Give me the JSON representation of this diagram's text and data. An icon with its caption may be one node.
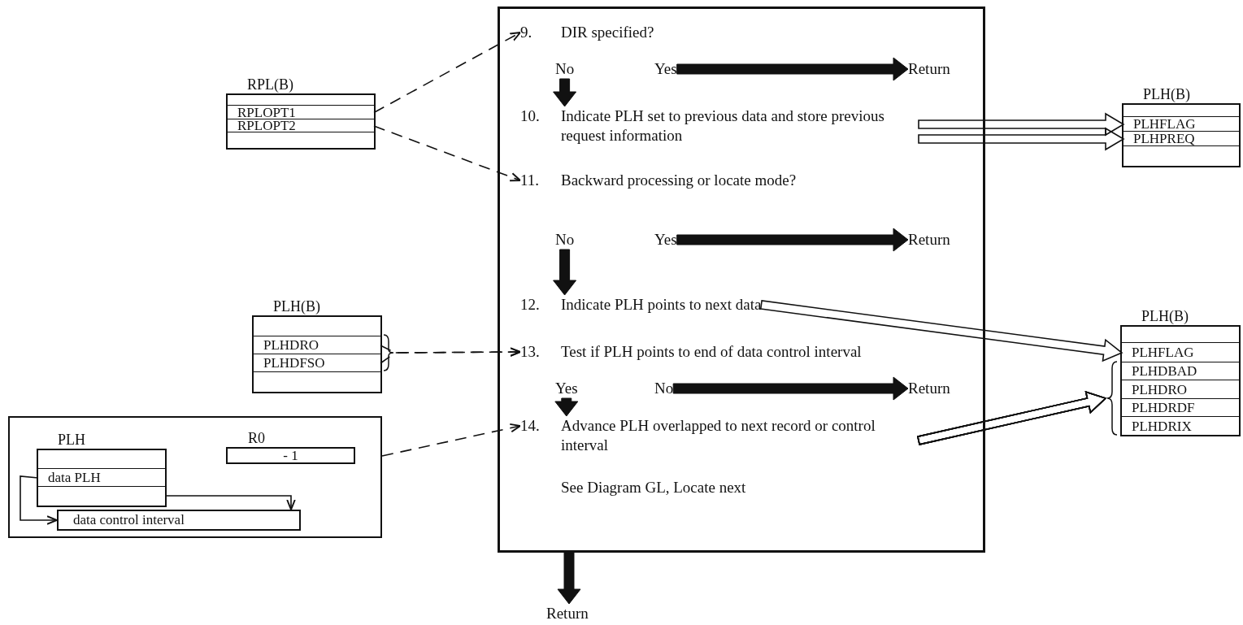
{
  "diagram": {
    "nodes": [
      {
        "text": [
          "RPL(B)"
        ]
      },
      {
        "text": [
          "RPLOPT1"
        ],
        "in": 0
      },
      {
        "text": [
          "RPLOPT2"
        ],
        "in": 0
      },
      {
        "text": [],
        "shape": "box"
      },
      {
        "text": [
          "9. DIR specified?"
        ],
        "in": 3
      },
      {
        "text": [
          "No"
        ],
        "in": 3
      },
      {
        "text": [
          "Yes"
        ],
        "in": 3
      },
      {
        "text": [
          "Return"
        ],
        "in": 3
      },
      {
        "text": [
          "10. Indicate PLH set to previous data and store previous request information"
        ],
        "in": 3
      },
      {
        "text": [
          "PLH(B)"
        ]
      },
      {
        "text": [
          "PLHFLAG"
        ],
        "in": 9
      },
      {
        "text": [
          "PLHPREQ"
        ],
        "in": 9
      },
      {
        "text": [
          "11. Backward processing or locate mode?"
        ],
        "in": 3
      },
      {
        "text": [
          "No"
        ],
        "in": 3
      },
      {
        "text": [
          "Yes"
        ],
        "in": 3
      },
      {
        "text": [
          "Return"
        ],
        "in": 3
      },
      {
        "text": [
          "PLH(B)"
        ]
      },
      {
        "text": [
          "PLHDRO"
        ],
        "in": 16
      },
      {
        "text": [
          "PLHDFSO"
        ],
        "in": 16
      },
      {
        "text": [
          "12. Indicate PLH points to next data"
        ],
        "in": 3
      },
      {
        "text": [
          "PLH(B)"
        ]
      },
      {
        "text": [
          "PLHFLAG"
        ],
        "in": 20
      },
      {
        "text": [
          "PLHDBAD"
        ],
        "in": 20
      },
      {
        "text": [
          "PLHDRO"
        ],
        "in": 20
      },
      {
        "text": [
          "PLHDRDF"
        ],
        "in": 20
      },
      {
        "text": [
          "PLHDRIX"
        ],
        "in": 20
      },
      {
        "text": [
          "13. Test if PLH points to end of data control interval"
        ],
        "in": 3
      },
      {
        "text": [
          "Yes"
        ],
        "in": 3
      },
      {
        "text": [
          "No"
        ],
        "in": 3
      },
      {
        "text": [
          "Return"
        ],
        "in": 3
      },
      {
        "text": [],
        "shape": "box"
      },
      {
        "text": [
          "PLH"
        ],
        "in": 30
      },
      {
        "text": [
          "data PLH"
        ],
        "in": 31
      },
      {
        "text": [
          "R0",
          "- 1"
        ],
        "in": 30
      },
      {
        "text": [
          "data control interval"
        ],
        "in": 30
      },
      {
        "text": [
          "14. Advance PLH overlapped to next record or control interval",
          "See Diagram GL, Locate next"
        ],
        "in": 3
      },
      {
        "text": [
          "Return"
        ]
      }
    ],
    "edges": [
      {
        "from": 1,
        "to": 4,
        "arrow": "to",
        "style": "dashed"
      },
      {
        "from": 2,
        "to": 12,
        "arrow": "to",
        "style": "dashed"
      },
      {
        "from": 5,
        "to": 8,
        "arrow": "to",
        "style": "thick"
      },
      {
        "from": 6,
        "to": 7,
        "arrow": "to",
        "style": "thick"
      },
      {
        "from": 8,
        "to": 10,
        "arrow": "to"
      },
      {
        "from": 8,
        "to": 11,
        "arrow": "to"
      },
      {
        "from": 13,
        "to": 19,
        "arrow": "to",
        "style": "thick"
      },
      {
        "from": 14,
        "to": 15,
        "arrow": "to",
        "style": "thick"
      },
      {
        "from": 17,
        "to": 26,
        "arrow": "to",
        "style": "dashed"
      },
      {
        "from": 18,
        "to": 26,
        "arrow": "to",
        "style": "dashed"
      },
      {
        "from": 19,
        "to": 21,
        "arrow": "to"
      },
      {
        "from": 27,
        "to": 35,
        "arrow": "to",
        "style": "thick"
      },
      {
        "from": 28,
        "to": 29,
        "arrow": "to",
        "style": "thick"
      },
      {
        "from": 30,
        "to": 35,
        "arrow": "to",
        "style": "dashed"
      },
      {
        "from": 35,
        "to": 22,
        "arrow": "to"
      },
      {
        "from": 35,
        "to": 23,
        "arrow": "to"
      },
      {
        "from": 35,
        "to": 24,
        "arrow": "to"
      },
      {
        "from": 35,
        "to": 25,
        "arrow": "to"
      },
      {
        "from": 3,
        "to": 36,
        "arrow": "to",
        "style": "thick"
      },
      {
        "from": 32,
        "to": 34,
        "arrow": "to"
      },
      {
        "from": 31,
        "to": 34,
        "arrow": "to"
      }
    ]
  }
}
